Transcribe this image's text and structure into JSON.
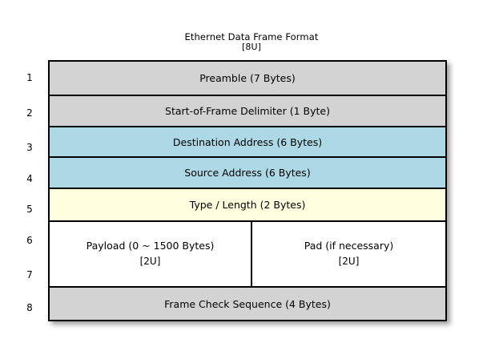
{
  "title": {
    "main": "Ethernet Data Frame Format",
    "subtitle": "[8U]"
  },
  "colors": {
    "gray": "#d3d3d3",
    "blue": "#add8e6",
    "yellow": "#ffffe0",
    "white": "#ffffff",
    "border": "#000000"
  },
  "row_indices": [
    {
      "label": "1"
    },
    {
      "label": "2"
    },
    {
      "label": "3"
    },
    {
      "label": "4"
    },
    {
      "label": "5"
    },
    {
      "label": "6"
    },
    {
      "label": "7"
    },
    {
      "label": "8"
    }
  ],
  "rows": [
    {
      "index": "1",
      "label": "Preamble (7 Bytes)",
      "color": "#d3d3d3"
    },
    {
      "index": "2",
      "label": "Start-of-Frame Delimiter (1 Byte)",
      "color": "#d3d3d3"
    },
    {
      "index": "3",
      "label": "Destination Address (6 Bytes)",
      "color": "#add8e6"
    },
    {
      "index": "4",
      "label": "Source Address (6 Bytes)",
      "color": "#add8e6"
    },
    {
      "index": "5",
      "label": "Type / Length (2 Bytes)",
      "color": "#ffffe0"
    },
    {
      "index": "8",
      "label": "Frame Check Sequence (4 Bytes)",
      "color": "#d3d3d3"
    }
  ],
  "split_row": {
    "indices": [
      "6",
      "7"
    ],
    "color": "#ffffff",
    "left": {
      "label": "Payload (0 ~ 1500 Bytes)",
      "annotation": "[2U]"
    },
    "right": {
      "label": "Pad (if necessary)",
      "annotation": "[2U]"
    }
  }
}
